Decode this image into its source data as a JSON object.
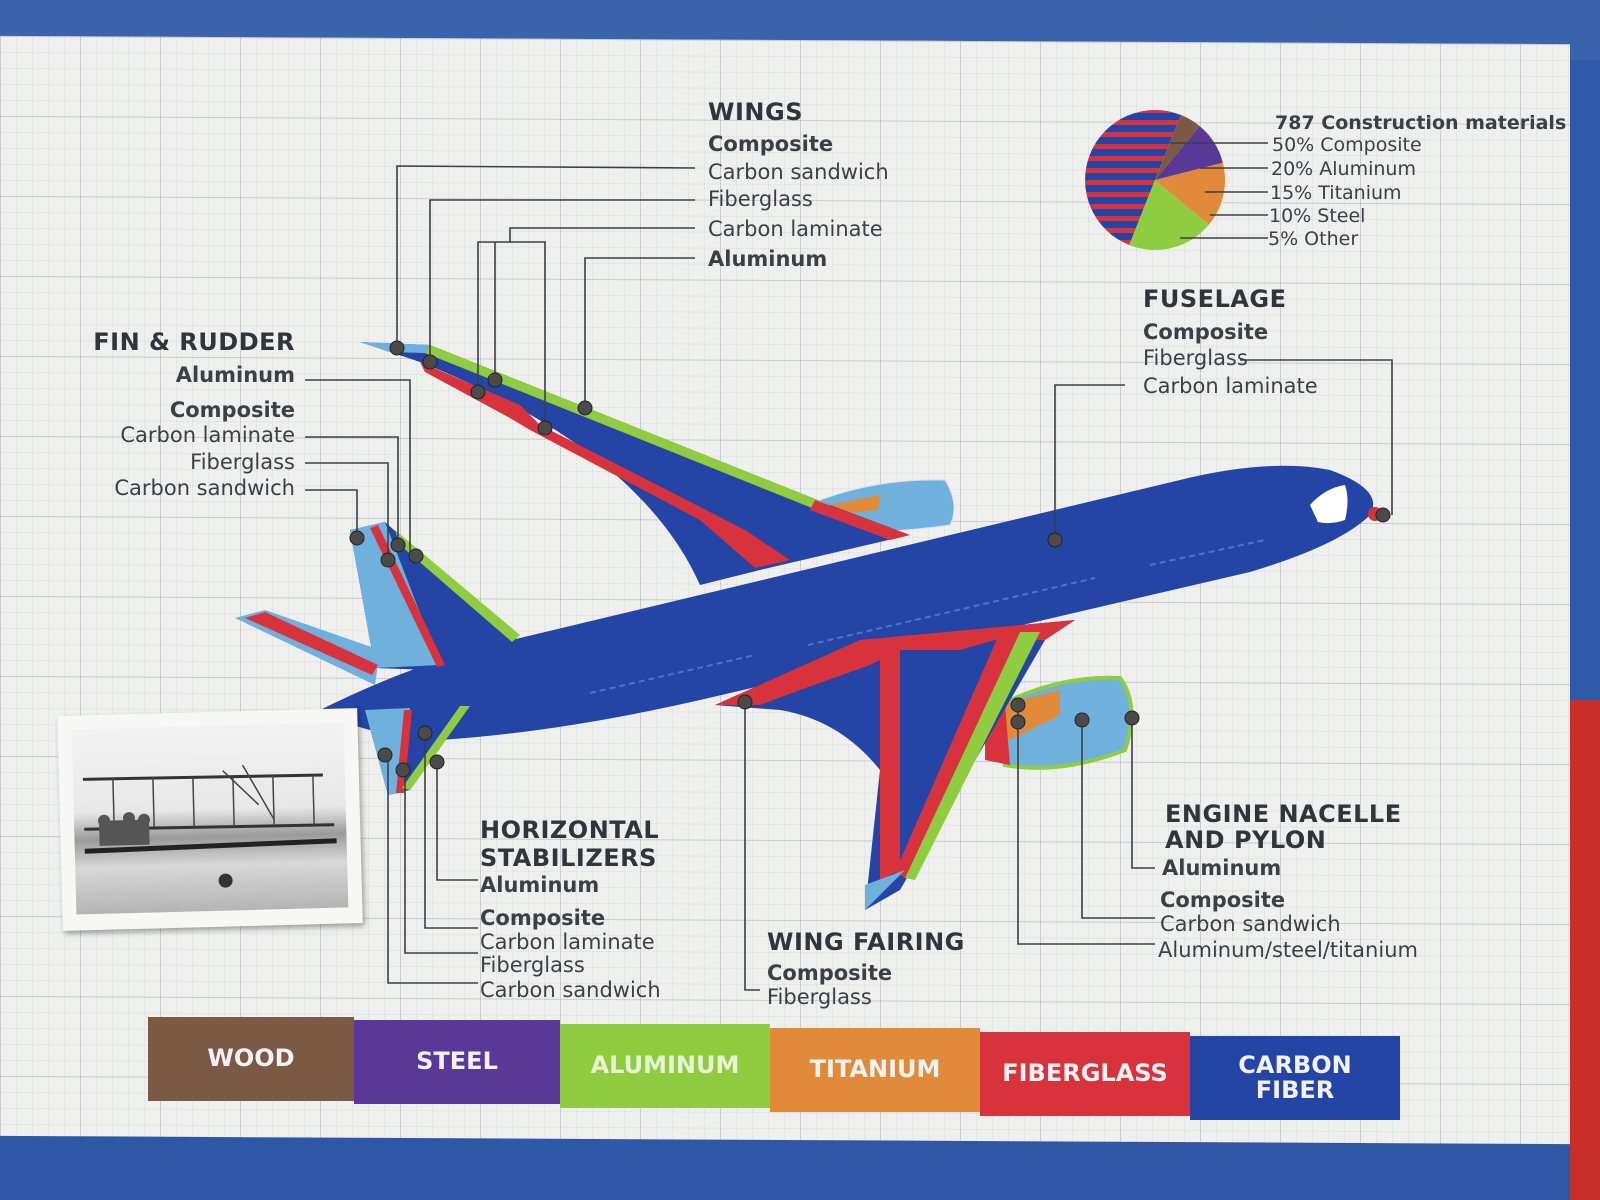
{
  "colors": {
    "wood": "#7a5a44",
    "steel": "#5a3898",
    "aluminum": "#8fcc3f",
    "titanium": "#e08a3a",
    "fiberglass": "#d8323c",
    "carbon_fiber": "#2545a6",
    "light_blue": "#6fb0dc"
  },
  "wings": {
    "title": "WINGS",
    "composite": "Composite",
    "carbon_sandwich": "Carbon sandwich",
    "fiberglass": "Fiberglass",
    "carbon_laminate": "Carbon laminate",
    "aluminum": "Aluminum"
  },
  "fin_rudder": {
    "title": "FIN & RUDDER",
    "aluminum": "Aluminum",
    "composite": "Composite",
    "carbon_laminate": "Carbon laminate",
    "fiberglass": "Fiberglass",
    "carbon_sandwich": "Carbon sandwich"
  },
  "fuselage": {
    "title": "FUSELAGE",
    "composite": "Composite",
    "fiberglass": "Fiberglass",
    "carbon_laminate": "Carbon laminate"
  },
  "horizontal_stabilizers": {
    "title_line1": "HORIZONTAL",
    "title_line2": "STABILIZERS",
    "aluminum": "Aluminum",
    "composite": "Composite",
    "carbon_laminate": "Carbon laminate",
    "fiberglass": "Fiberglass",
    "carbon_sandwich": "Carbon sandwich"
  },
  "wing_fairing": {
    "title": "WING FAIRING",
    "composite": "Composite",
    "fiberglass": "Fiberglass"
  },
  "engine_nacelle": {
    "title_line1": "ENGINE NACELLE",
    "title_line2": "AND PYLON",
    "aluminum": "Aluminum",
    "composite": "Composite",
    "carbon_sandwich": "Carbon sandwich",
    "metals": "Aluminum/steel/titanium"
  },
  "pie": {
    "title": "787 Construction materials",
    "items": [
      {
        "label": "50% Composite",
        "value": 50
      },
      {
        "label": "20% Aluminum",
        "value": 20
      },
      {
        "label": "15% Titanium",
        "value": 15
      },
      {
        "label": "10% Steel",
        "value": 10
      },
      {
        "label": "5% Other",
        "value": 5
      }
    ]
  },
  "legend": [
    {
      "label": "WOOD",
      "color": "#7a5a44"
    },
    {
      "label": "STEEL",
      "color": "#5a3898"
    },
    {
      "label": "ALUMINUM",
      "color": "#8fcc3f"
    },
    {
      "label": "TITANIUM",
      "color": "#e08a3a"
    },
    {
      "label": "FIBERGLASS",
      "color": "#d8323c"
    },
    {
      "label": "CARBON FIBER",
      "color": "#2545a6"
    }
  ]
}
